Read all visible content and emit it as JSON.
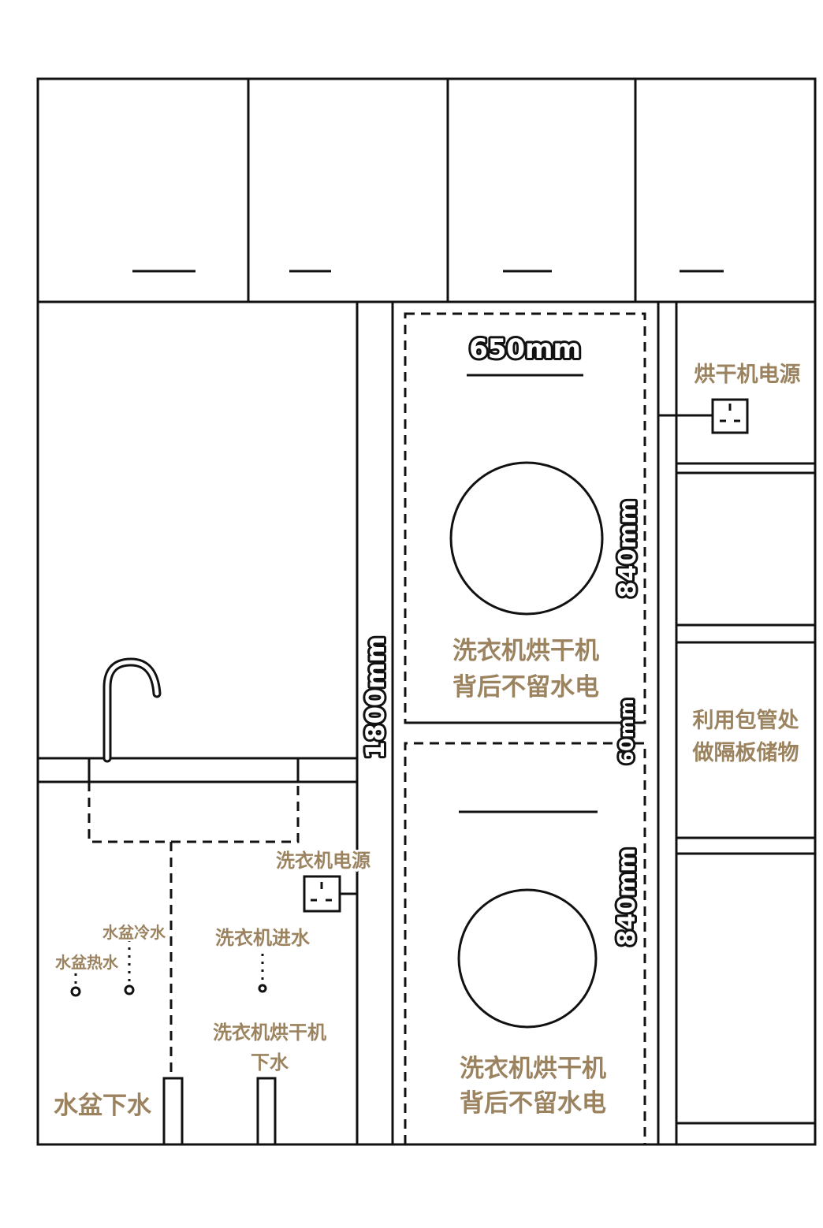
{
  "colors": {
    "line": "#111111",
    "label": "#9c8360",
    "background": "#ffffff"
  },
  "dimensions": {
    "width_650": "650mm",
    "height_840_upper": "840mm",
    "height_840_lower": "840mm",
    "gap_60": "60mm",
    "height_1800": "1800mm"
  },
  "labels": {
    "dryer_power": "烘干机电源",
    "upper_note_line1": "洗衣机烘干机",
    "upper_note_line2": "背后不留水电",
    "lower_note_line1": "洗衣机烘干机",
    "lower_note_line2": "背后不留水电",
    "shelf_note_line1": "利用包管处",
    "shelf_note_line2": "做隔板储物",
    "washer_power": "洗衣机电源",
    "sink_cold": "水盆冷水",
    "sink_hot": "水盆热水",
    "washer_inlet": "洗衣机进水",
    "washer_drain_line1": "洗衣机烘干机",
    "washer_drain_line2": "下水",
    "sink_drain": "水盆下水"
  },
  "icons": {
    "outlet": "power-outlet-icon",
    "faucet": "faucet-icon",
    "machine_door": "machine-door-icon"
  }
}
